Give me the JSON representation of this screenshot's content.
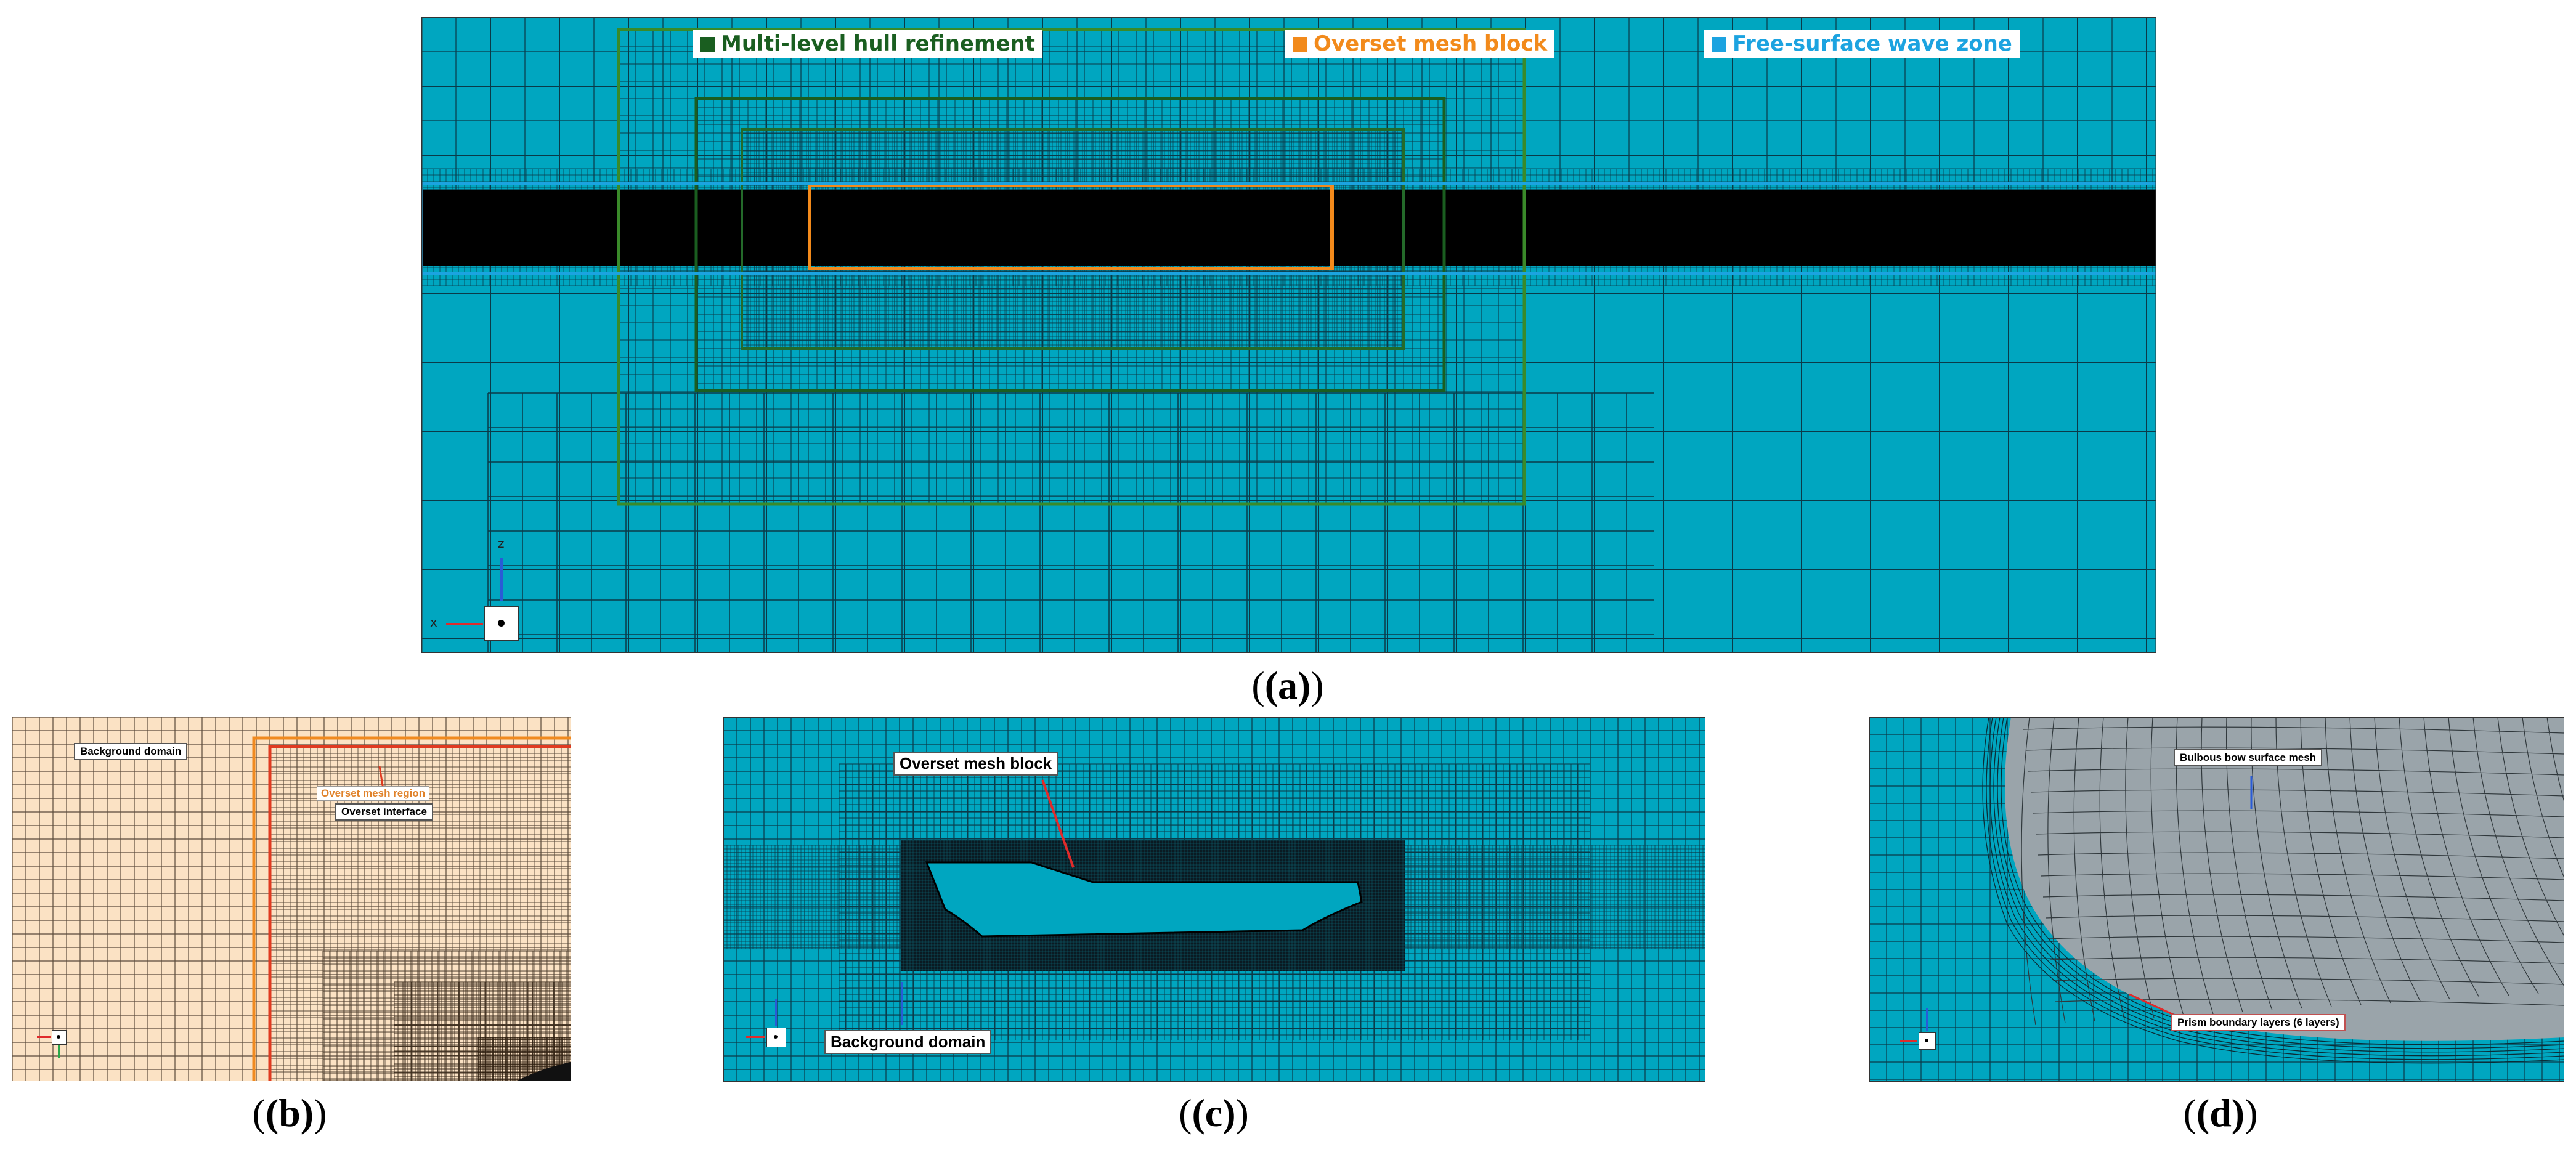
{
  "panel_a": {
    "legend": [
      {
        "label": "Multi-level hull refinement",
        "color": "#1a5e20"
      },
      {
        "label": "Overset mesh block",
        "color": "#f28a1b"
      },
      {
        "label": "Free-surface wave zone",
        "color": "#1ca3e0"
      }
    ],
    "axes": {
      "z": "z",
      "x": "x"
    },
    "caption": "(a)"
  },
  "panel_b": {
    "labels": {
      "background_domain": "Background domain",
      "overset_mesh_region": "Overset mesh region",
      "overset_interface": "Overset interface"
    },
    "caption": "(b)"
  },
  "panel_c": {
    "labels": {
      "overset_mesh_block": "Overset mesh block",
      "background_domain": "Background domain"
    },
    "caption": "(c)"
  },
  "panel_d": {
    "labels": {
      "bulbous_bow": "Bulbous bow surface mesh",
      "prism_layers": "Prism boundary layers (6 layers)"
    },
    "caption": "(d)"
  },
  "colors": {
    "mesh_fill": "#00a6c0",
    "mesh_line": "#0b3a48",
    "panel_b_fill": "#fbe2c4",
    "hull_surface": "#9aa4aa",
    "hull_refinement": "#1a5e20",
    "overset_block": "#f28a1b",
    "wave_zone": "#1ca3e0",
    "overset_interface": "#e03a20"
  }
}
